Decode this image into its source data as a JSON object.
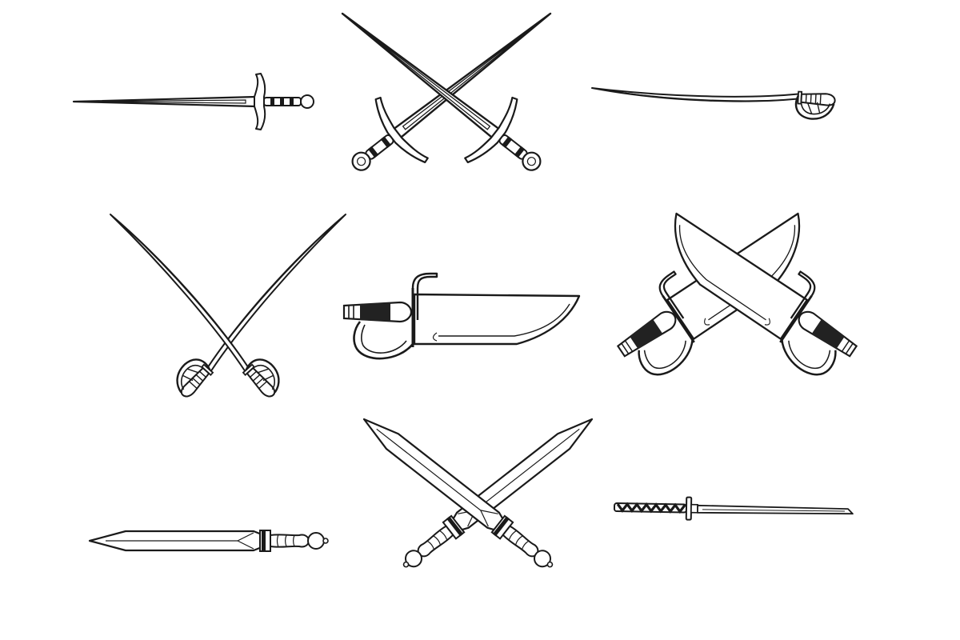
{
  "background": "#ffffff",
  "line_color": "#1a1a1a",
  "fill_light": "#ffffff",
  "fill_dark": "#222222",
  "illustrations": [
    {
      "name": "dagger-icon",
      "kind": "single"
    },
    {
      "name": "crossed-longswords-icon",
      "kind": "crossed"
    },
    {
      "name": "cavalry-saber-icon",
      "kind": "single"
    },
    {
      "name": "crossed-sabers-icon",
      "kind": "crossed"
    },
    {
      "name": "cutlass-icon",
      "kind": "single"
    },
    {
      "name": "crossed-cutlasses-icon",
      "kind": "crossed"
    },
    {
      "name": "gladius-icon",
      "kind": "single"
    },
    {
      "name": "crossed-gladii-icon",
      "kind": "crossed"
    },
    {
      "name": "katana-icon",
      "kind": "single"
    }
  ]
}
